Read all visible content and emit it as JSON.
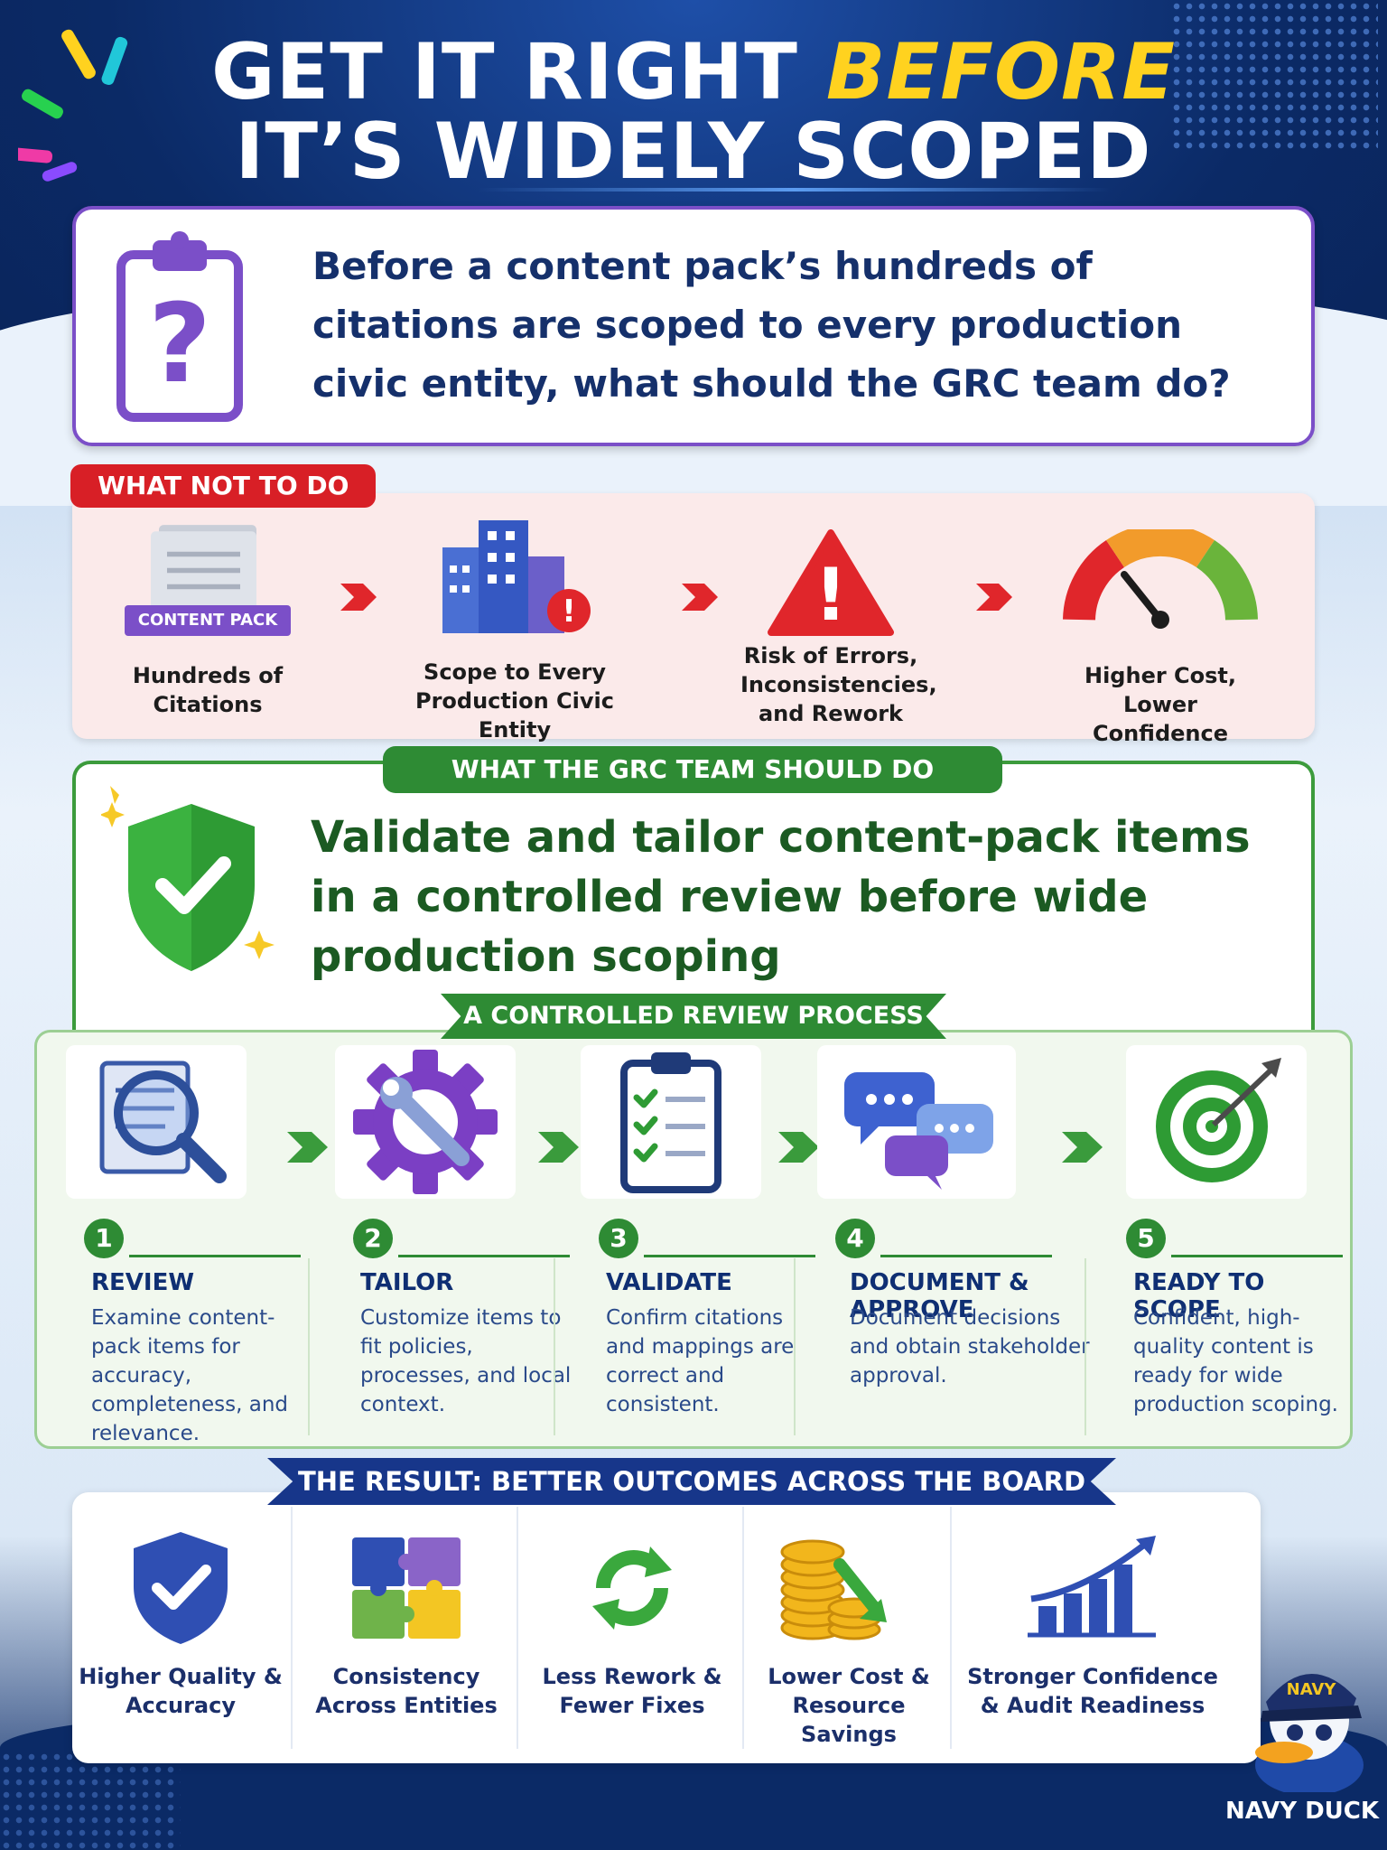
{
  "title": {
    "line1_prefix": "GET IT RIGHT",
    "line1_highlight": "BEFORE",
    "line2": "IT’S WIDELY SCOPED"
  },
  "question": {
    "text": "Before a content pack’s hundreds of citations are scoped to every production civic entity, what should the GRC team do?"
  },
  "what_not_to_do": {
    "label": "WHAT NOT TO DO",
    "items": [
      {
        "badge": "CONTENT PACK",
        "caption": "Hundreds of Citations",
        "icon": "document-stack-icon"
      },
      {
        "caption": "Scope to Every Production Civic Entity",
        "icon": "buildings-icon"
      },
      {
        "caption": "Risk of Errors, Inconsistencies, and Rework",
        "icon": "warning-icon"
      },
      {
        "caption": "Higher Cost, Lower Confidence",
        "icon": "gauge-icon"
      }
    ]
  },
  "should_do": {
    "label": "WHAT THE GRC TEAM SHOULD DO",
    "text": "Validate and tailor content-pack items in a controlled review before wide production scoping"
  },
  "process": {
    "label": "A CONTROLLED REVIEW PROCESS",
    "steps": [
      {
        "num": "1",
        "head": "REVIEW",
        "desc": "Examine content-pack items for accuracy, completeness, and relevance.",
        "icon": "magnifier-document-icon"
      },
      {
        "num": "2",
        "head": "TAILOR",
        "desc": "Customize items to fit policies, processes, and local context.",
        "icon": "gear-wrench-icon"
      },
      {
        "num": "3",
        "head": "VALIDATE",
        "desc": "Confirm citations and mappings are correct and consistent.",
        "icon": "checklist-clipboard-icon"
      },
      {
        "num": "4",
        "head": "DOCUMENT & APPROVE",
        "desc": "Document decisions and obtain stakeholder approval.",
        "icon": "chat-bubbles-icon"
      },
      {
        "num": "5",
        "head": "READY TO SCOPE",
        "desc": "Confident, high-quality content is ready for wide production scoping.",
        "icon": "target-icon"
      }
    ]
  },
  "result": {
    "label": "THE RESULT: BETTER OUTCOMES ACROSS THE BOARD",
    "items": [
      {
        "caption": "Higher Quality & Accuracy",
        "icon": "shield-check-icon"
      },
      {
        "caption": "Consistency Across Entities",
        "icon": "puzzle-icon"
      },
      {
        "caption": "Less Rework & Fewer Fixes",
        "icon": "recycle-arrows-icon"
      },
      {
        "caption": "Lower Cost & Resource Savings",
        "icon": "coins-icon"
      },
      {
        "caption": "Stronger Confidence & Audit Readiness",
        "icon": "growth-chart-icon"
      }
    ]
  },
  "mascot": {
    "hat_text": "NAVY",
    "label": "NAVY DUCK"
  },
  "colors": {
    "navy": "#0b2a66",
    "yellow": "#ffd21f",
    "purple": "#7b4fc8",
    "red": "#d81f26",
    "green": "#2e8b34"
  }
}
